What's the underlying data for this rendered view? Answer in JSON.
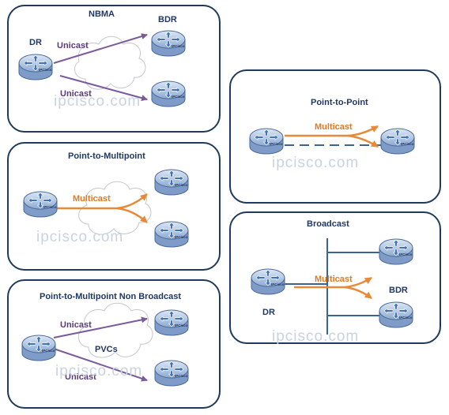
{
  "colors": {
    "panel_border": "#1f3a5a",
    "unicast": "#7a5a9a",
    "multicast": "#e8893a",
    "network_line": "#3a6592",
    "router_body": "#b8cde8",
    "title": "#1f3864"
  },
  "watermark": "ipcisco.com",
  "router_logo": "IPCisco",
  "panels": {
    "nbma": {
      "title": "NBMA",
      "dr_label": "DR",
      "bdr_label": "BDR",
      "unicast_top": "Unicast",
      "unicast_bottom": "Unicast"
    },
    "p2mp": {
      "title": "Point-to-Multipoint",
      "multicast": "Multicast"
    },
    "p2mp_nb": {
      "title": "Point-to-Multipoint Non Broadcast",
      "unicast_top": "Unicast",
      "unicast_bottom": "Unicast",
      "pvcs": "PVCs"
    },
    "p2p": {
      "title": "Point-to-Point",
      "multicast": "Multicast"
    },
    "broadcast": {
      "title": "Broadcast",
      "multicast": "Multicast",
      "dr_label": "DR",
      "bdr_label": "BDR"
    }
  }
}
